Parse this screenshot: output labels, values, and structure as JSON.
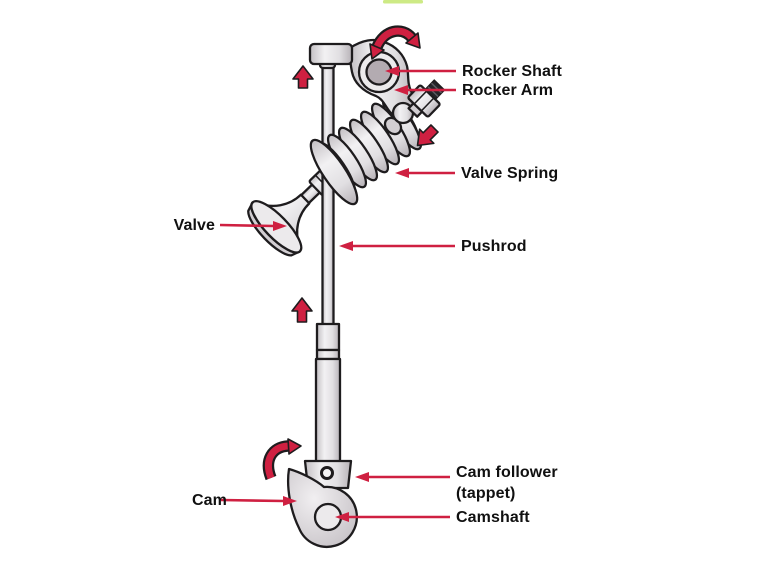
{
  "diagram_type": "labeled-illustration",
  "parts": [
    {
      "id": "rocker-shaft",
      "label": "Rocker Shaft",
      "side": "right"
    },
    {
      "id": "rocker-arm",
      "label": "Rocker Arm",
      "side": "right"
    },
    {
      "id": "valve-spring",
      "label": "Valve Spring",
      "side": "right"
    },
    {
      "id": "pushrod",
      "label": "Pushrod",
      "side": "right"
    },
    {
      "id": "valve",
      "label": "Valve",
      "side": "left"
    },
    {
      "id": "cam-follower",
      "label": "Cam follower",
      "label_line2": "(tappet)",
      "side": "right"
    },
    {
      "id": "cam",
      "label": "Cam",
      "side": "left"
    },
    {
      "id": "camshaft",
      "label": "Camshaft",
      "side": "right"
    }
  ],
  "motion_arrows": [
    {
      "id": "rocker-rocking",
      "icon": "curved-double-arrow"
    },
    {
      "id": "rocker-left-up",
      "icon": "block-arrow-up"
    },
    {
      "id": "spring-push-down",
      "icon": "block-arrow-down-left"
    },
    {
      "id": "pushrod-up",
      "icon": "block-arrow-up"
    },
    {
      "id": "cam-rotation",
      "icon": "curved-arrow-counterclockwise"
    }
  ],
  "colors": {
    "background": "#ffffff",
    "label_text": "#101010",
    "leader_red": "#cf2041",
    "arrow_red": "#cf2041",
    "metal_light": "#eceaec",
    "metal_mid": "#d2ced2",
    "metal_dark": "#b3abb1",
    "outline": "#1e1c1e",
    "artifact_green": "#cdea85"
  }
}
